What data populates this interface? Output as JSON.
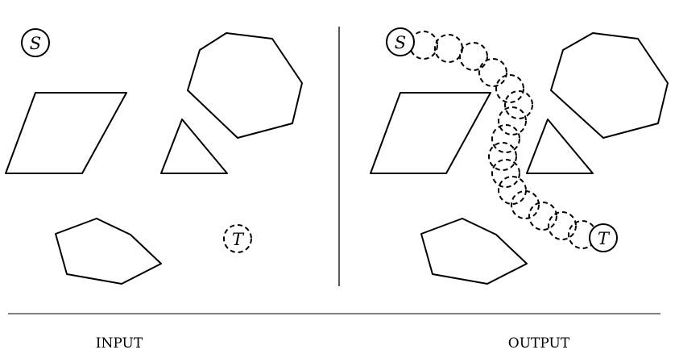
{
  "input_panel": {
    "label": "INPUT",
    "start_label": "S",
    "target_label": "T"
  },
  "output_panel": {
    "label": "OUTPUT",
    "start_label": "S",
    "target_label": "T"
  },
  "colors": {
    "stroke": "#000000",
    "background": "#ffffff"
  }
}
